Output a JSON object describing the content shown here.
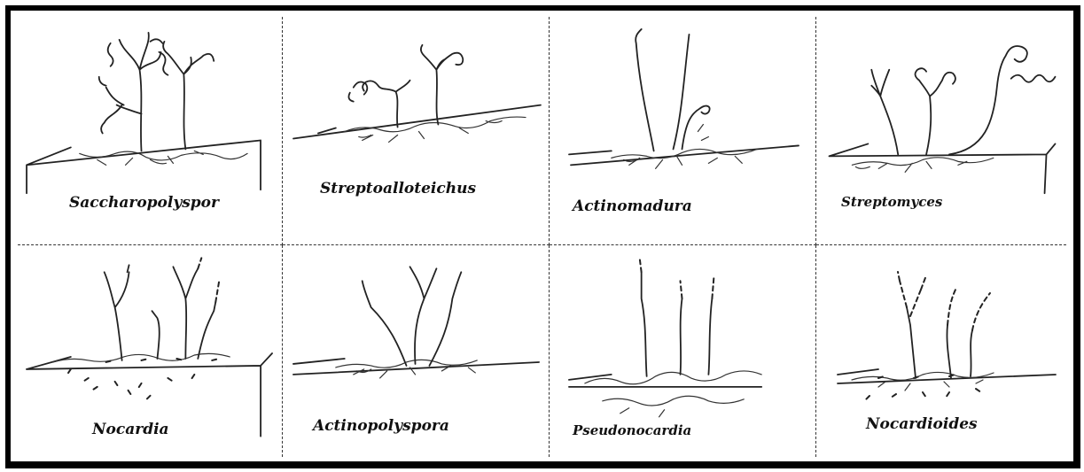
{
  "genera": [
    {
      "name": "Saccharopolyspor"
    },
    {
      "name": "Streptoalloteichus"
    },
    {
      "name": "Actinomadura"
    },
    {
      "name": "Streptomyces"
    },
    {
      "name": "Nocardia"
    },
    {
      "name": "Actinopolyspora"
    },
    {
      "name": "Pseudonocardia"
    },
    {
      "name": "Nocardioides"
    }
  ]
}
